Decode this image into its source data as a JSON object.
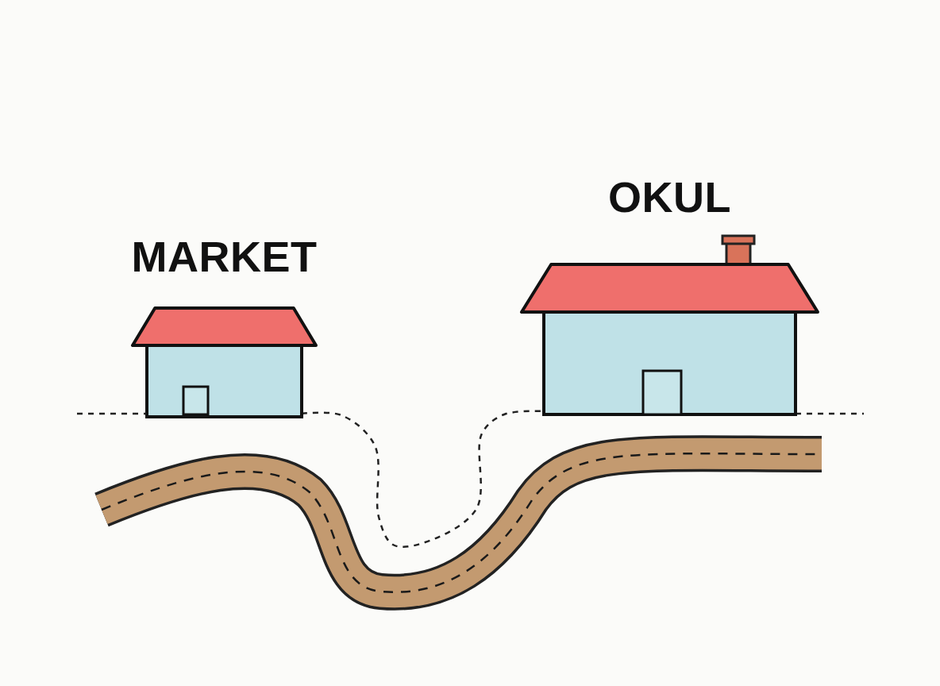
{
  "diagram": {
    "nodes": [
      {
        "text": [
          "MARKET"
        ]
      },
      {
        "text": [
          "OKUL"
        ]
      }
    ],
    "edges": [
      {
        "from": 0,
        "to": 1,
        "arrow": "none"
      }
    ]
  }
}
